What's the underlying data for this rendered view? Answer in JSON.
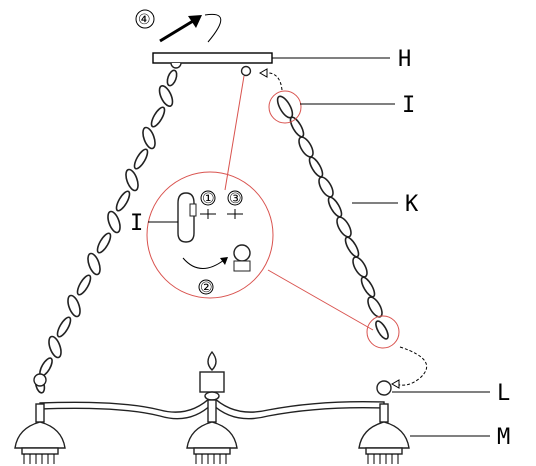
{
  "labels": {
    "H": "H",
    "I": "I",
    "K": "K",
    "L": "L",
    "M": "M",
    "I_detail": "I"
  },
  "steps": {
    "s1": "①",
    "s2": "②",
    "s3": "③",
    "s4": "④"
  },
  "colors": {
    "detail_line": "#d9534f",
    "ink": "#000000"
  }
}
